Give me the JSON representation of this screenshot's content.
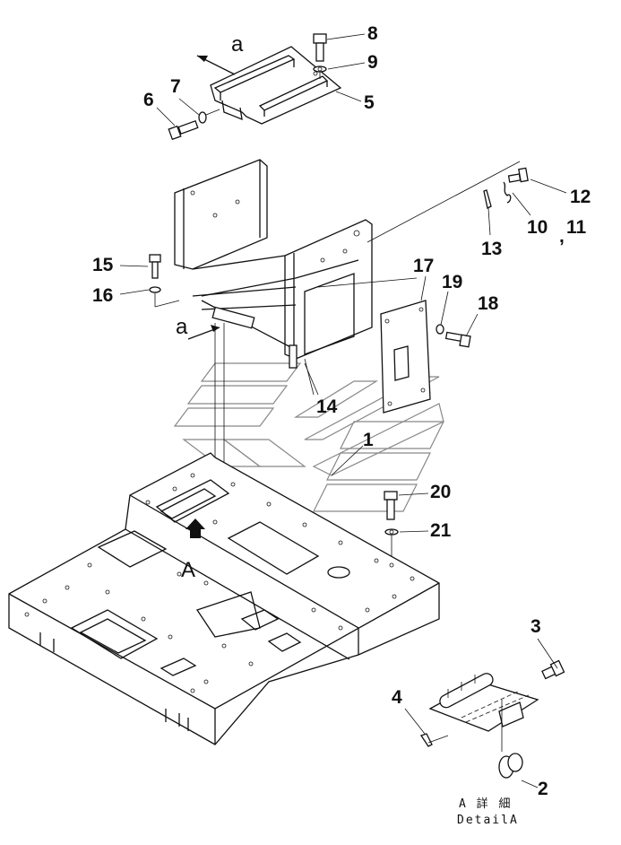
{
  "labels": {
    "p1": "1",
    "p2": "2",
    "p3": "3",
    "p4": "4",
    "p5": "5",
    "p6": "6",
    "p7": "7",
    "p8": "8",
    "p9": "9",
    "p10": "10",
    "p11": "11",
    "p12": "12",
    "p13": "13",
    "p14": "14",
    "p15": "15",
    "p16": "16",
    "p17": "17",
    "p18": "18",
    "p19": "19",
    "p20": "20",
    "p21": "21"
  },
  "view_markers": {
    "a_top": "a",
    "a_mid": "a",
    "A_big": "A"
  },
  "detail_caption": {
    "jp": "A 詳 細",
    "en": "DetailA"
  },
  "colors": {
    "line": "#111111",
    "watermark": "#888888",
    "background": "#ffffff"
  }
}
